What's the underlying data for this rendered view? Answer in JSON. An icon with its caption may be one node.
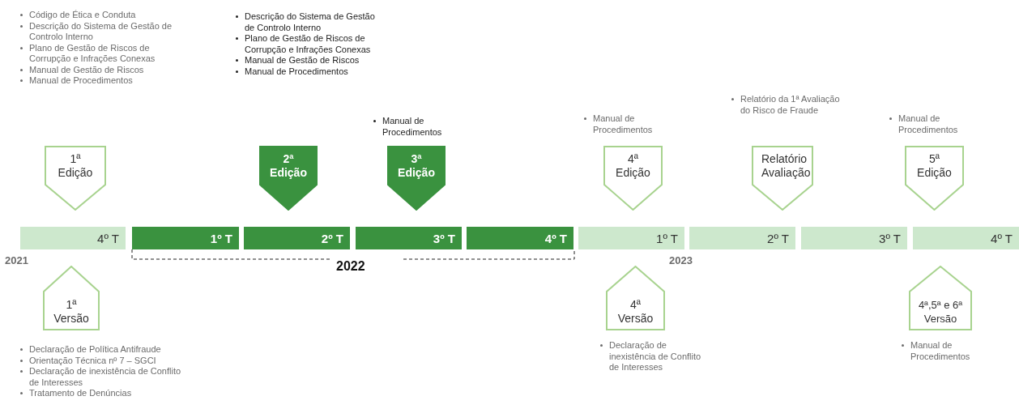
{
  "diagram": {
    "nodes": [
      {
        "text": [
          "1ª Edição"
        ],
        "beside": [
          "Código de Ética e Conduta",
          "Descrição do Sistema de Gestão de Controlo Interno",
          "Plano de  Gestão de Riscos de Corrupção e Infrações Conexas",
          "Manual de Gestão de Riscos",
          "Manual de Procedimentos"
        ]
      },
      {
        "text": [
          "2ª Edição"
        ],
        "beside": [
          "Descrição do Sistema de Gestão de Controlo Interno",
          "Plano de  Gestão de Riscos de Corrupção e Infrações Conexas",
          "Manual de Gestão de Riscos",
          "Manual de Procedimentos"
        ]
      },
      {
        "text": [
          "3ª Edição"
        ],
        "beside": [
          "Manual de Procedimentos"
        ]
      },
      {
        "text": [
          "4ª Edição"
        ],
        "beside": [
          "Manual de Procedimentos"
        ]
      },
      {
        "text": [
          "Relatório Avaliação"
        ],
        "beside": [
          "Relatório da 1ª Avaliação do Risco de Fraude"
        ]
      },
      {
        "text": [
          "5ª Edição"
        ],
        "beside": [
          "Manual de Procedimentos"
        ]
      },
      {
        "text": [
          "4º T"
        ]
      },
      {
        "text": [
          "1º T"
        ]
      },
      {
        "text": [
          "2º T"
        ]
      },
      {
        "text": [
          "3º T"
        ]
      },
      {
        "text": [
          "4º T"
        ]
      },
      {
        "text": [
          "1º T"
        ]
      },
      {
        "text": [
          "2º T"
        ]
      },
      {
        "text": [
          "3º T"
        ]
      },
      {
        "text": [
          "4º T"
        ]
      },
      {
        "text": [
          "1ª Versão"
        ],
        "beside": [
          "Declaração de Política Antifraude",
          "Orientação Técnica nº 7 – SGCI",
          "Declaração de inexistência de Conflito de Interesses",
          "Tratamento de Denúncias"
        ]
      },
      {
        "text": [
          "4ª Versão"
        ],
        "beside": [
          "Declaração de inexistência de Conflito de Interesses"
        ]
      },
      {
        "text": [
          "4ª,5ª e 6ª Versão"
        ],
        "beside": [
          "Manual de Procedimentos"
        ]
      }
    ],
    "edges": [],
    "labels": [
      "2021",
      "2022",
      "2023"
    ]
  }
}
